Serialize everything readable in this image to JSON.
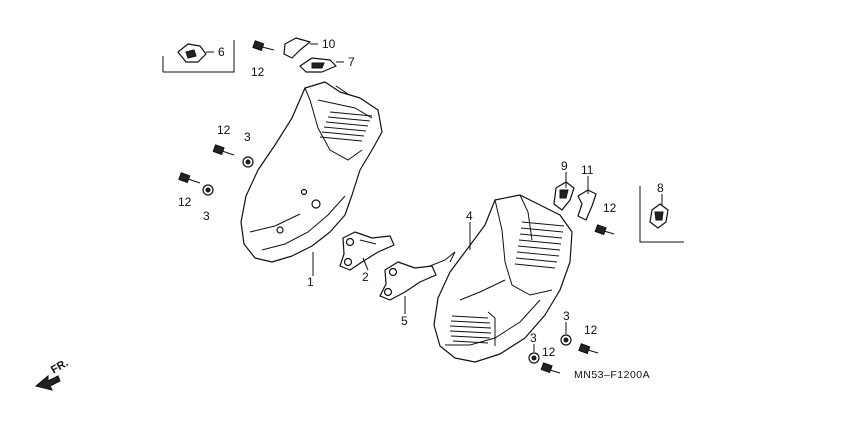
{
  "diagram": {
    "drawing_code": "MN53–F1200A",
    "front_indicator": "FR.",
    "callouts": {
      "c1": "1",
      "c2": "2",
      "c3a": "3",
      "c3b": "3",
      "c3c": "3",
      "c3d": "3",
      "c4": "4",
      "c5": "5",
      "c6": "6",
      "c7": "7",
      "c8": "8",
      "c9": "9",
      "c10": "10",
      "c11": "11",
      "c12a": "12",
      "c12b": "12",
      "c12c": "12",
      "c12d": "12",
      "c12e": "12",
      "c12f": "12"
    }
  }
}
